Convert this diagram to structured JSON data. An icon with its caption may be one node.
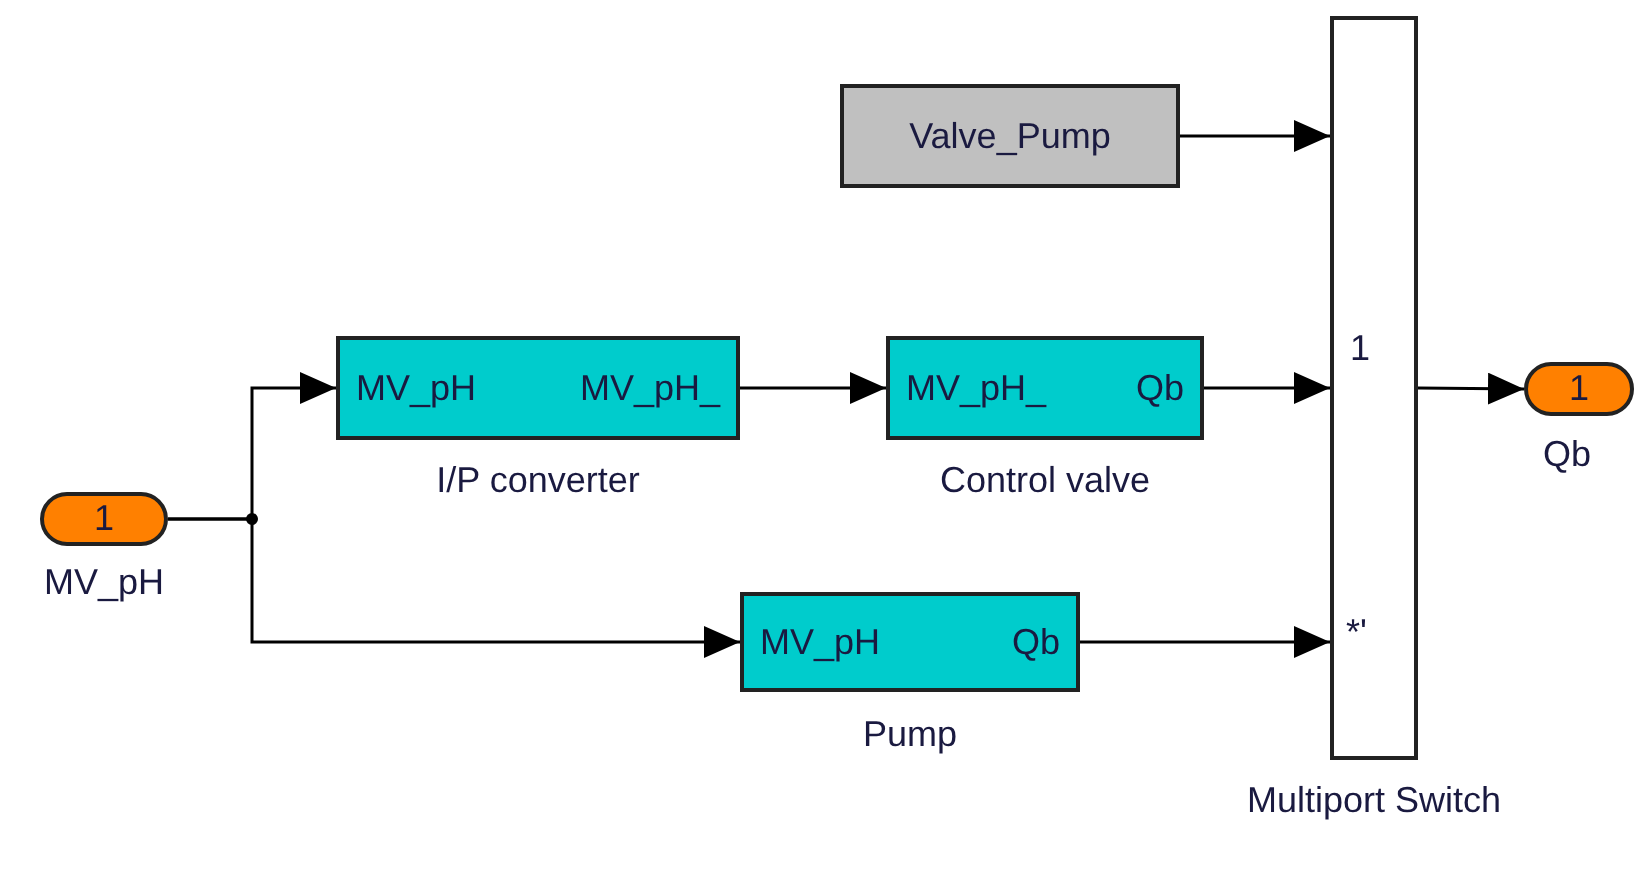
{
  "diagram": {
    "nodes": [
      {
        "text": [
          "1"
        ],
        "beside": [
          "MV_pH"
        ]
      },
      {
        "text": [
          "MV_pH",
          "MV_pH_"
        ],
        "beside": [
          "I/P converter"
        ]
      },
      {
        "text": [
          "MV_pH_",
          "Qb"
        ],
        "beside": [
          "Control valve"
        ]
      },
      {
        "text": [
          "MV_pH",
          "Qb"
        ],
        "beside": [
          "Pump"
        ]
      },
      {
        "text": [
          "Valve_Pump"
        ]
      },
      {
        "text": [
          "1",
          "*'"
        ],
        "beside": [
          "Multiport Switch"
        ]
      },
      {
        "text": [
          "1"
        ],
        "beside": [
          "Qb"
        ]
      }
    ],
    "edges": [
      {
        "from": 0,
        "to": 1,
        "arrow": "to"
      },
      {
        "from": 0,
        "to": 3,
        "arrow": "to"
      },
      {
        "from": 1,
        "to": 2,
        "arrow": "to"
      },
      {
        "from": 4,
        "to": 5,
        "arrow": "to"
      },
      {
        "from": 2,
        "to": 5,
        "arrow": "to"
      },
      {
        "from": 3,
        "to": 5,
        "arrow": "to"
      },
      {
        "from": 5,
        "to": 6,
        "arrow": "to"
      }
    ]
  }
}
